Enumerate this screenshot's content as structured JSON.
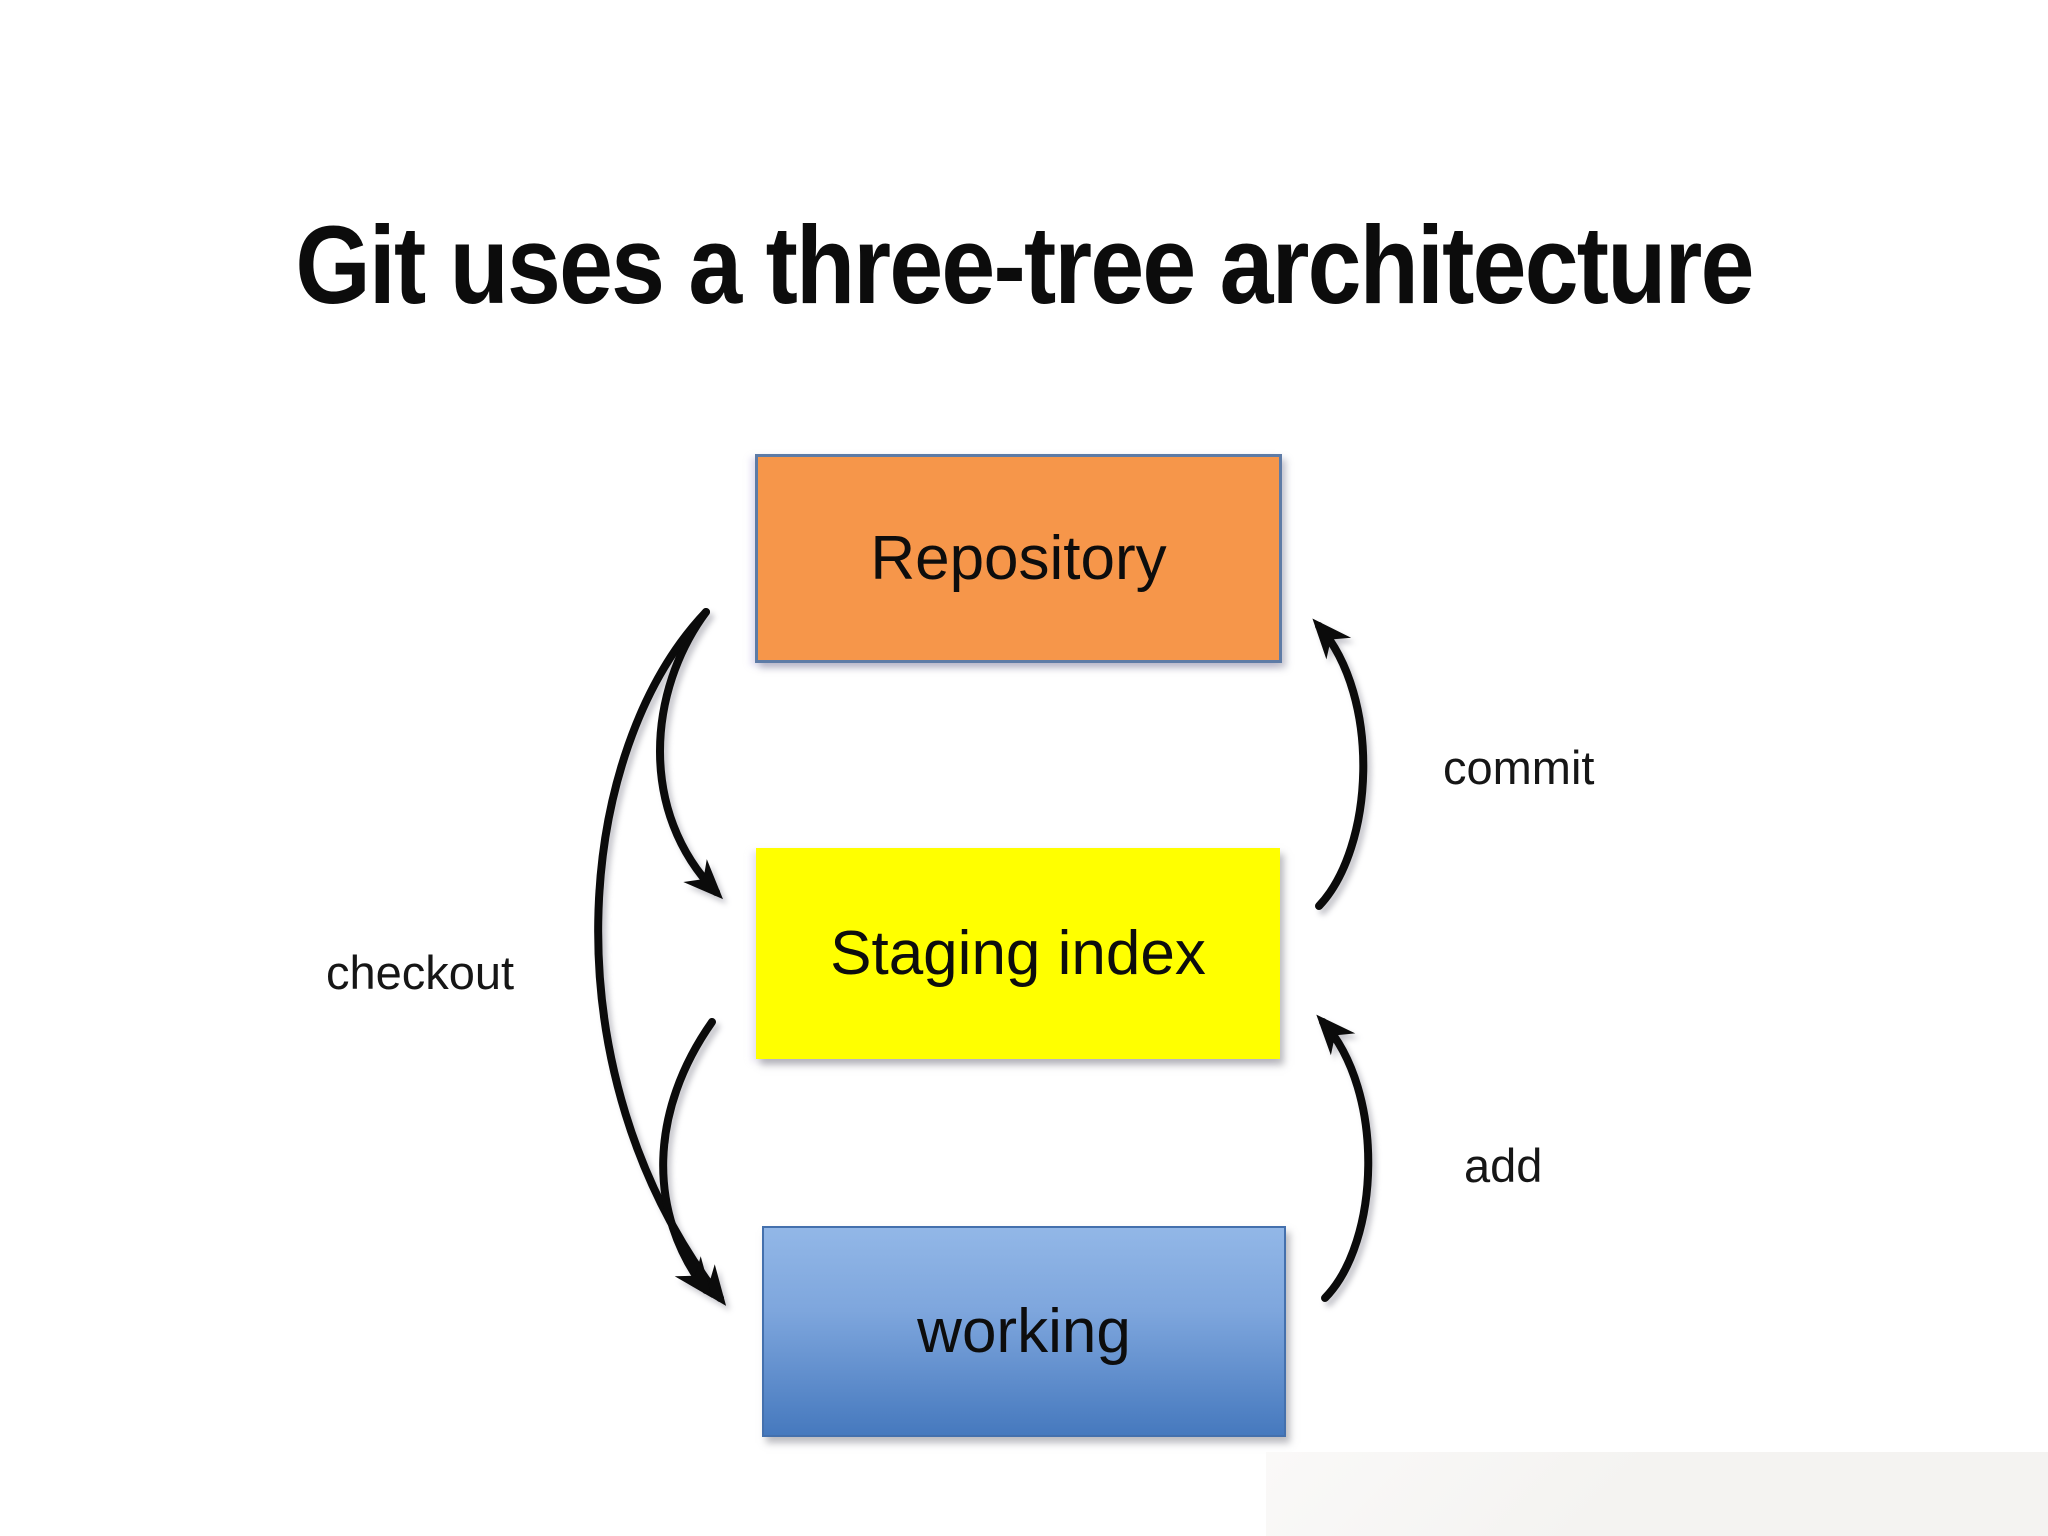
{
  "title": "Git uses a three-tree architecture",
  "diagram": {
    "nodes": [
      {
        "id": "repository",
        "label": "Repository",
        "fill": "#f6964a",
        "border": "#5e7ba6"
      },
      {
        "id": "staging",
        "label": "Staging index",
        "fill": "#ffff00",
        "border": "none"
      },
      {
        "id": "working",
        "label": "working",
        "fill_top": "#92b7e7",
        "fill_bottom": "#4679be",
        "border": "#4470ad"
      }
    ],
    "edges": [
      {
        "id": "checkout",
        "label": "checkout",
        "from": "repository",
        "to": "working",
        "side": "left"
      },
      {
        "id": "commit",
        "label": "commit",
        "from": "staging",
        "to": "repository",
        "side": "right"
      },
      {
        "id": "add",
        "label": "add",
        "from": "working",
        "to": "staging",
        "side": "right"
      }
    ],
    "arrow_color": "#0b0b0b"
  }
}
